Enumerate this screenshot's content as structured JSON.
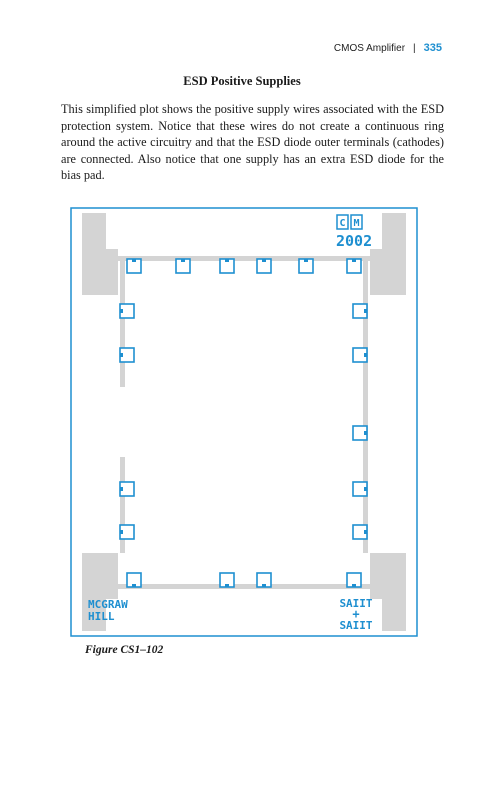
{
  "header": {
    "running_title": "CMOS Amplifier",
    "separator": "|",
    "page_number": "335"
  },
  "section": {
    "title": "ESD Positive Supplies"
  },
  "body": {
    "paragraph": "This simplified plot shows the positive supply wires associated with the ESD protection system. Notice that these wires do not create a continuous ring around the active circuitry and that the ESD diode outer terminals (cathodes) are connected. Also notice that one supply has an extra ESD diode for the bias pad."
  },
  "figure": {
    "caption": "Figure CS1–102",
    "logo_initials": [
      "C",
      "M"
    ],
    "year": "2002",
    "publisher_text": [
      "MCGRAW",
      "HILL"
    ],
    "saiit_text": [
      "SAIIT",
      "+",
      "SAIIT"
    ],
    "colors": {
      "frame": "#1e8fd0",
      "wire": "#d4d4d4",
      "pad": "#1e8fd0",
      "background": "#ffffff"
    }
  }
}
